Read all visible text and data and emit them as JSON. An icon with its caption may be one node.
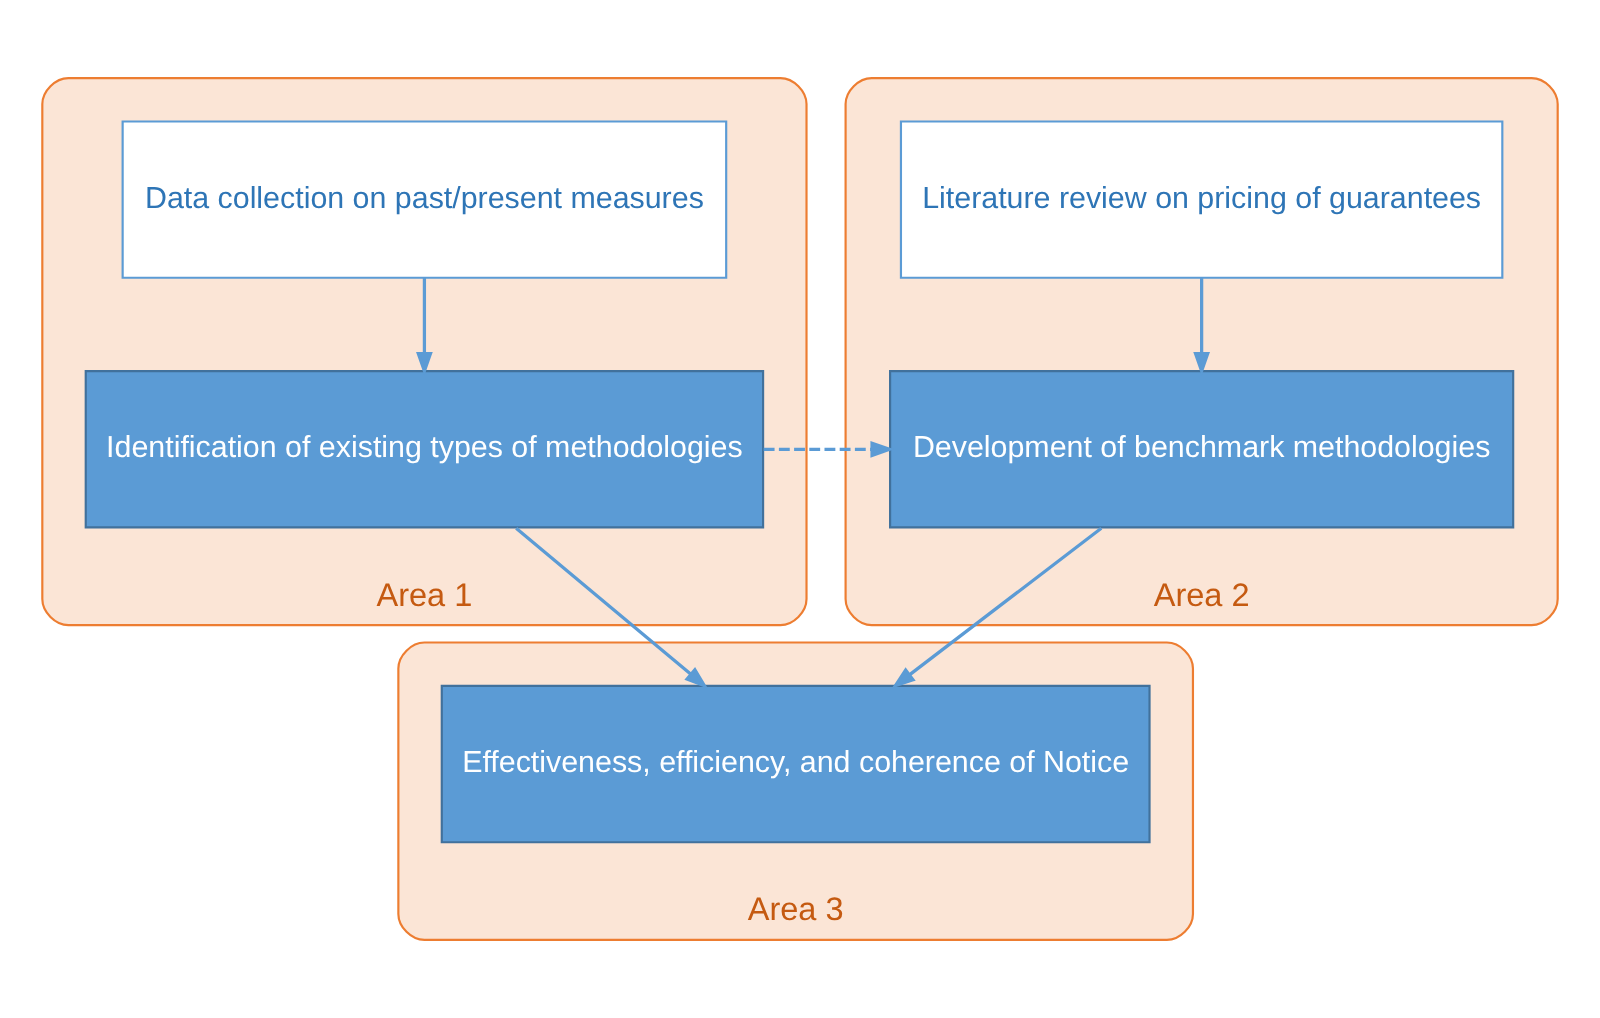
{
  "diagram": {
    "nodes": [
      {
        "text": [
          "Area 1"
        ]
      },
      {
        "text": [
          "Data collection on past/present measures"
        ],
        "in": 0
      },
      {
        "text": [
          "Identification of existing types of methodologies"
        ],
        "in": 0
      },
      {
        "text": [
          "Area 2"
        ]
      },
      {
        "text": [
          "Literature review on pricing of guarantees"
        ],
        "in": 3
      },
      {
        "text": [
          "Development of benchmark methodologies"
        ],
        "in": 3
      },
      {
        "text": [
          "Area 3"
        ]
      },
      {
        "text": [
          "Effectiveness, efficiency, and coherence of Notice"
        ],
        "in": 6
      }
    ],
    "edges": [
      {
        "from": 1,
        "to": 2,
        "arrow": "to"
      },
      {
        "from": 4,
        "to": 5,
        "arrow": "to"
      },
      {
        "from": 2,
        "to": 5,
        "arrow": "to",
        "style": "dashed"
      },
      {
        "from": 2,
        "to": 7,
        "arrow": "to"
      },
      {
        "from": 5,
        "to": 7,
        "arrow": "to"
      }
    ]
  }
}
